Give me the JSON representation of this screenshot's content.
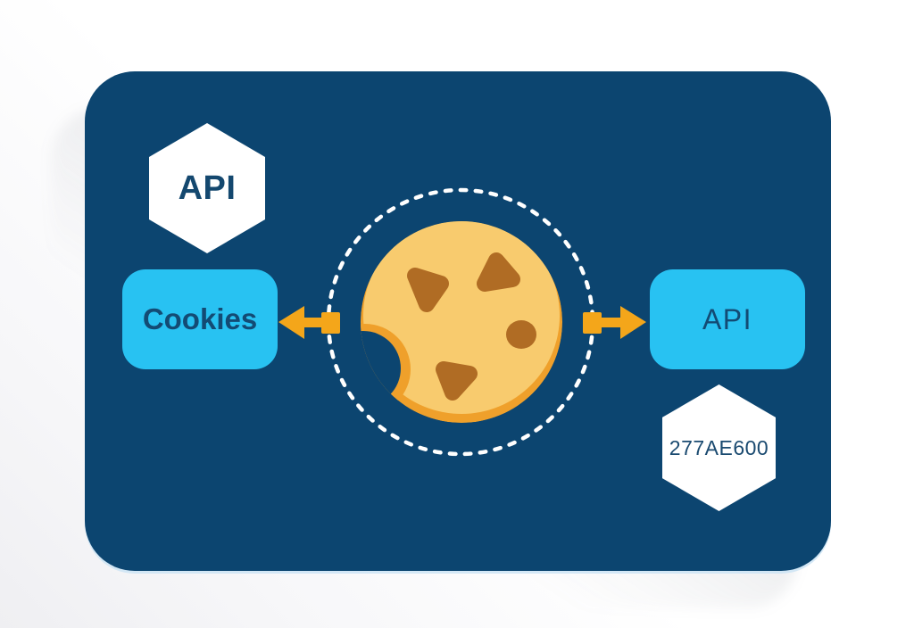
{
  "top_hexagon": {
    "label": "API"
  },
  "left_box": {
    "label": "Cookies"
  },
  "right_box": {
    "label": "API"
  },
  "bottom_hexagon": {
    "label": "277AE600"
  },
  "center_icon": "cookie-with-bite",
  "colors": {
    "card_blue": "#0c4570",
    "node_cyan": "#28c2f2",
    "hexagon_white": "#ffffff",
    "arrow_orange": "#f4a61a",
    "cookie_body": "#f8cb6e",
    "cookie_rim": "#efa02b",
    "chip_brown": "#b06c24",
    "dashed_circle": "#ffffff",
    "label_navy": "#14486f"
  }
}
